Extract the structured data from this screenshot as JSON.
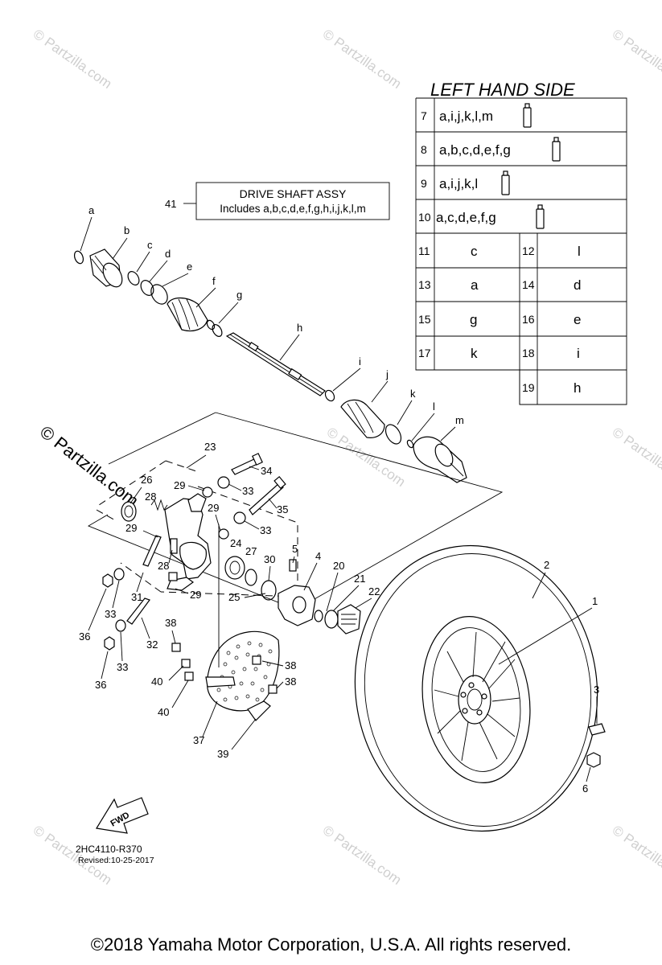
{
  "side_title": "LEFT HAND SIDE",
  "assy": {
    "number": "41",
    "title": "DRIVE SHAFT ASSY",
    "includes": "Includes a,b,c,d,e,f,g,h,i,j,k,l,m"
  },
  "kit_rows": [
    {
      "num": "7",
      "content": "a,i,j,k,l,m"
    },
    {
      "num": "8",
      "content": "a,b,c,d,e,f,g"
    },
    {
      "num": "9",
      "content": "a,i,j,k,l"
    },
    {
      "num": "10",
      "content": "a,c,d,e,f,g"
    }
  ],
  "map_rows": [
    {
      "n1": "11",
      "v1": "c",
      "n2": "12",
      "v2": "l"
    },
    {
      "n1": "13",
      "v1": "a",
      "n2": "14",
      "v2": "d"
    },
    {
      "n1": "15",
      "v1": "g",
      "n2": "16",
      "v2": "e"
    },
    {
      "n1": "17",
      "v1": "k",
      "n2": "18",
      "v2": "i"
    },
    {
      "n2": "19",
      "v2": "h"
    }
  ],
  "letter_labels": [
    "a",
    "b",
    "c",
    "d",
    "e",
    "f",
    "g",
    "h",
    "i",
    "j",
    "k",
    "l",
    "m"
  ],
  "part_labels": {
    "p1": "1",
    "p2": "2",
    "p3": "3",
    "p4": "4",
    "p5": "5",
    "p6": "6",
    "p20": "20",
    "p21": "21",
    "p22": "22",
    "p23": "23",
    "p24": "24",
    "p25": "25",
    "p26": "26",
    "p27": "27",
    "p28a": "28",
    "p28b": "28",
    "p29a": "29",
    "p29b": "29",
    "p29c": "29",
    "p29d": "29",
    "p30": "30",
    "p31": "31",
    "p32": "32",
    "p33a": "33",
    "p33b": "33",
    "p33c": "33",
    "p33d": "33",
    "p34": "34",
    "p35": "35",
    "p36a": "36",
    "p36b": "36",
    "p37": "37",
    "p38a": "38",
    "p38b": "38",
    "p38c": "38",
    "p39": "39",
    "p40a": "40",
    "p40b": "40"
  },
  "fwd_label": "FWD",
  "drawing_code": "2HC4110-R370",
  "revised": "Revised:10-25-2017",
  "watermark": "© Partzilla.com",
  "watermark_big": "© Partzilla.com",
  "copyright": "©2018  Yamaha Motor Corporation, U.S.A. All rights reserved."
}
